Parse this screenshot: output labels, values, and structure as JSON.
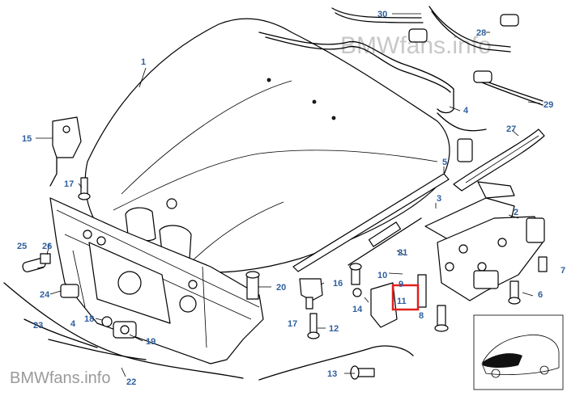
{
  "watermarks": {
    "top": "BMWfans.info",
    "bottom": "BMWfans.info"
  },
  "callouts": [
    {
      "n": "1"
    },
    {
      "n": "2"
    },
    {
      "n": "3"
    },
    {
      "n": "4"
    },
    {
      "n": "4"
    },
    {
      "n": "5"
    },
    {
      "n": "6"
    },
    {
      "n": "7"
    },
    {
      "n": "8"
    },
    {
      "n": "9"
    },
    {
      "n": "10"
    },
    {
      "n": "11"
    },
    {
      "n": "12"
    },
    {
      "n": "13"
    },
    {
      "n": "14"
    },
    {
      "n": "15"
    },
    {
      "n": "16"
    },
    {
      "n": "17"
    },
    {
      "n": "17"
    },
    {
      "n": "18"
    },
    {
      "n": "19"
    },
    {
      "n": "20"
    },
    {
      "n": "21"
    },
    {
      "n": "22"
    },
    {
      "n": "23"
    },
    {
      "n": "24"
    },
    {
      "n": "25"
    },
    {
      "n": "26"
    },
    {
      "n": "27"
    },
    {
      "n": "28"
    },
    {
      "n": "29"
    },
    {
      "n": "30"
    }
  ],
  "highlight": {
    "part": "11",
    "color": "#e0201b"
  },
  "label_color": "#2f5f9e"
}
